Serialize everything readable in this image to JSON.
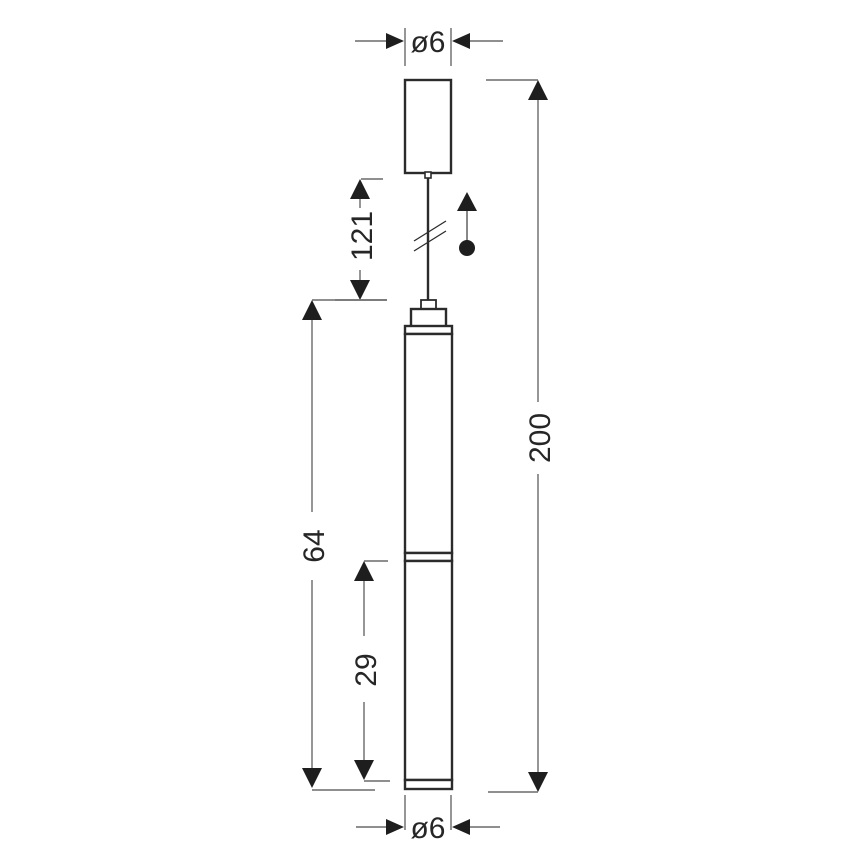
{
  "drawing": {
    "title": "Pendant lamp dimension drawing",
    "colors": {
      "line": "#2b2b2b",
      "dimension": "#6a6a6a",
      "arrow": "#1e1e1e",
      "background": "#ffffff"
    },
    "dimensions": {
      "top_diameter": "ø6",
      "cable_length": "121",
      "total_height": "200",
      "tube_length": "64",
      "lower_segment": "29",
      "bottom_diameter": "ø6"
    },
    "symbols": {
      "adjustable_height": "arrow-up-with-dot"
    }
  }
}
